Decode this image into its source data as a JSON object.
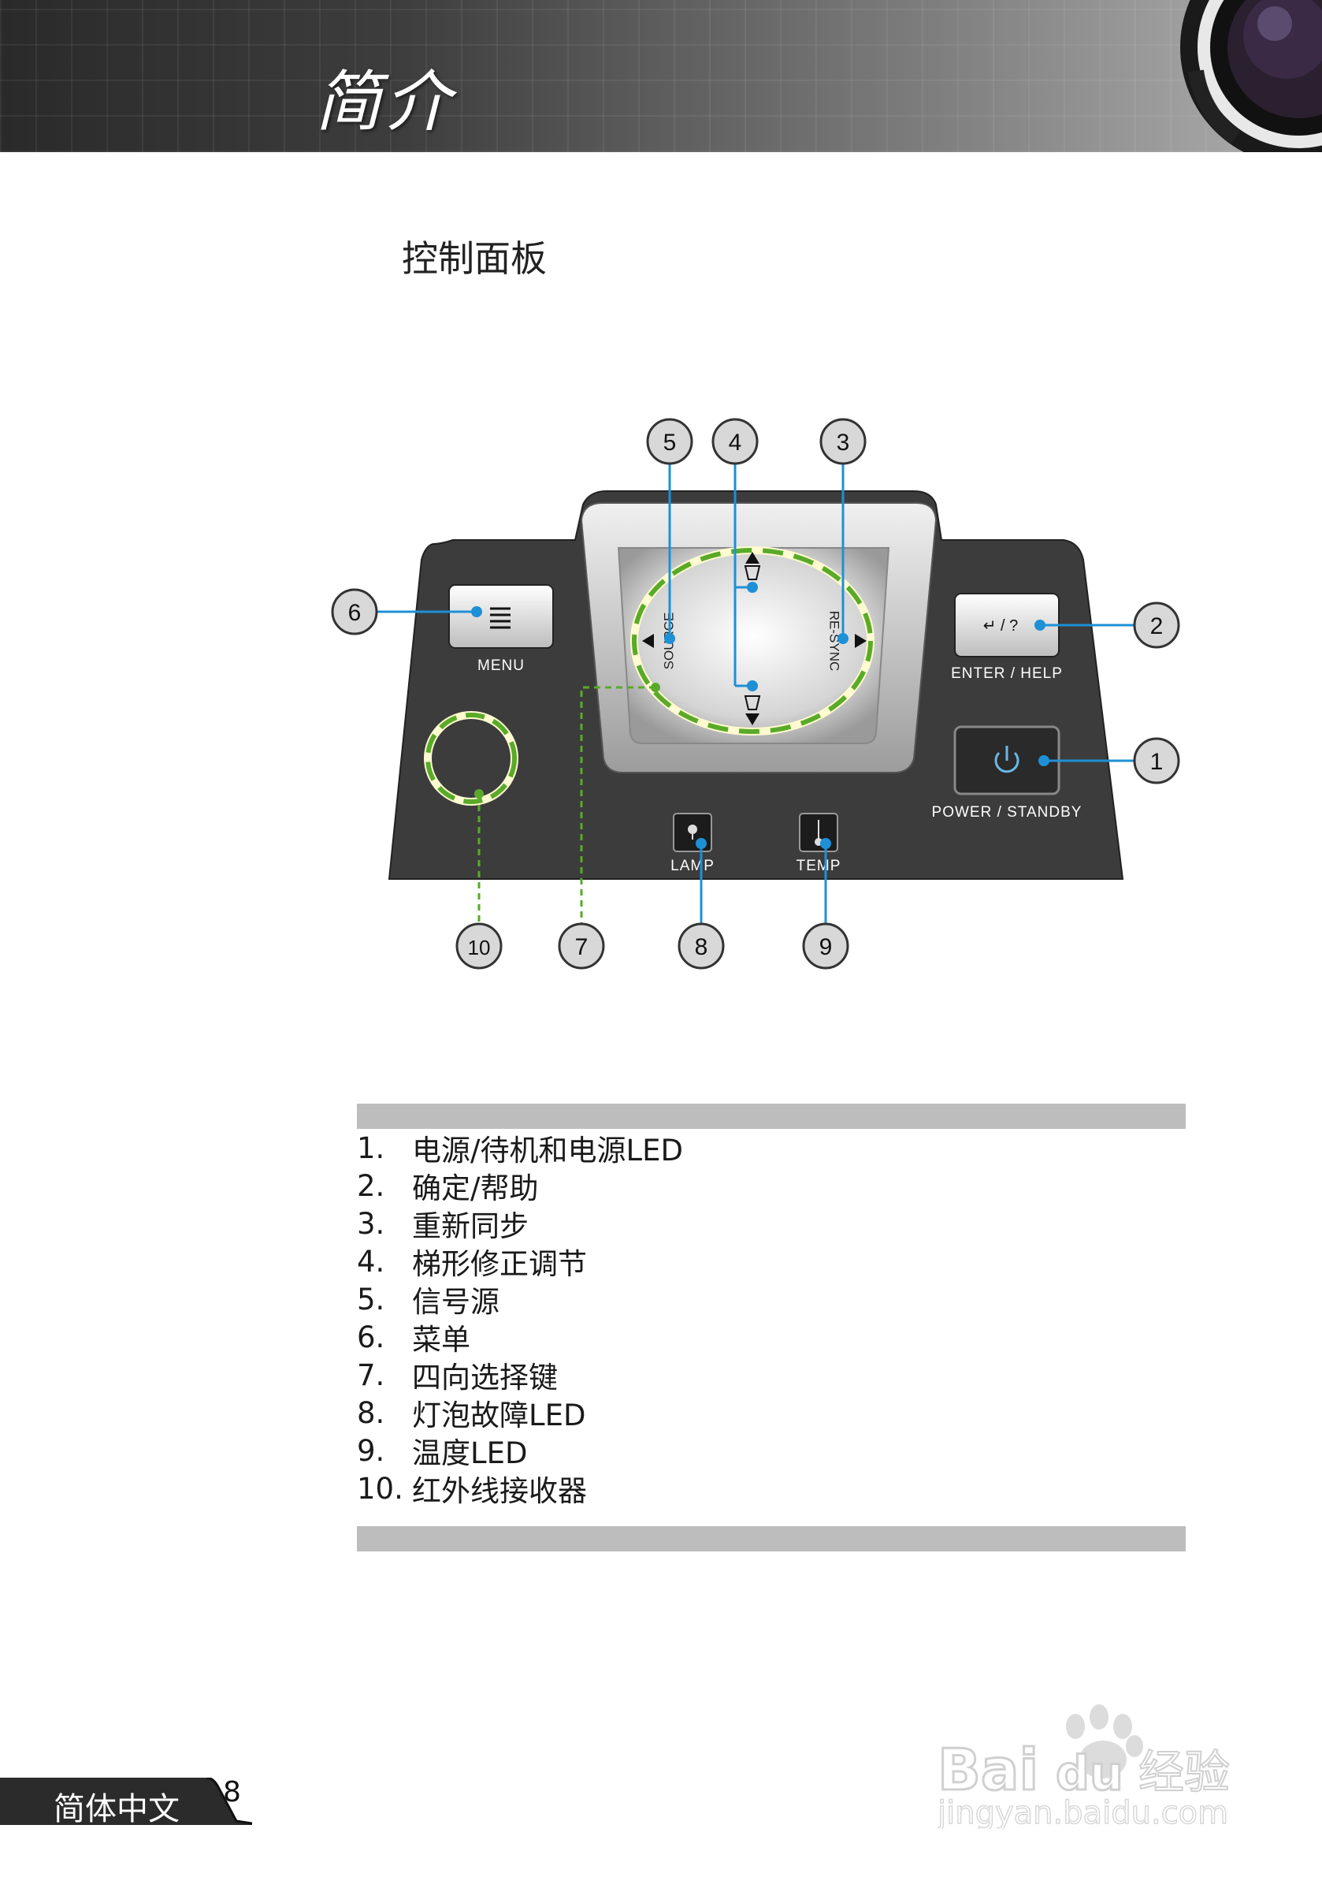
{
  "header": {
    "title": "简介"
  },
  "section": {
    "title": "控制面板"
  },
  "panel": {
    "menu_label": "MENU",
    "enter_label": "ENTER / HELP",
    "enter_button_text": "↵ / ?",
    "power_label": "POWER / STANDBY",
    "lamp_label": "LAMP",
    "temp_label": "TEMP",
    "source_label": "SOURCE",
    "resync_label": "RE-SYNC",
    "callouts": [
      "1",
      "2",
      "3",
      "4",
      "5",
      "6",
      "7",
      "8",
      "9",
      "10"
    ]
  },
  "legend": {
    "items": [
      {
        "num": "1.",
        "text": "电源/待机和电源LED"
      },
      {
        "num": "2.",
        "text": "确定/帮助"
      },
      {
        "num": "3.",
        "text": "重新同步"
      },
      {
        "num": "4.",
        "text": "梯形修正调节"
      },
      {
        "num": "5.",
        "text": "信号源"
      },
      {
        "num": "6.",
        "text": "菜单"
      },
      {
        "num": "7.",
        "text": "四向选择键"
      },
      {
        "num": "8.",
        "text": "灯泡故障LED"
      },
      {
        "num": "9.",
        "text": "温度LED"
      },
      {
        "num": "10.",
        "text": "红外线接收器"
      }
    ]
  },
  "footer": {
    "language": "简体中文",
    "page_number": "8"
  },
  "watermark": {
    "brand": "Bai du 经验",
    "url": "jingyan.baidu.com"
  },
  "colors": {
    "callout_line": "#1e90d6",
    "ring_green": "#5aaa2a",
    "panel_dark": "#3c3c3c"
  }
}
